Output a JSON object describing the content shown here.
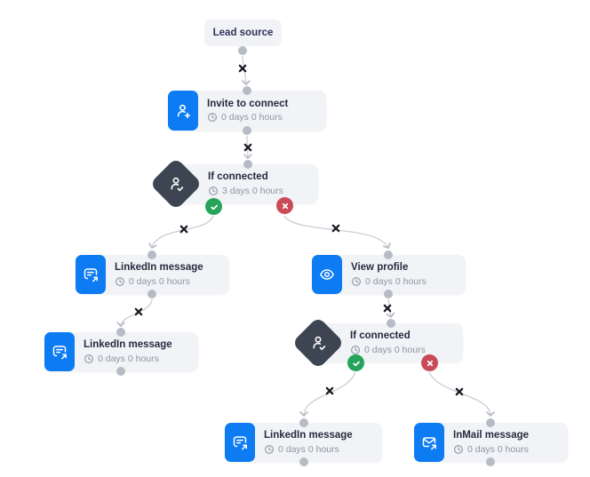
{
  "workflow": {
    "nodes": [
      {
        "id": "lead-source",
        "title": "Lead source"
      },
      {
        "id": "invite-to-connect",
        "title": "Invite to connect",
        "delay": "0 days 0 hours",
        "icon": "person-add-icon"
      },
      {
        "id": "if-connected-1",
        "title": "If connected",
        "delay": "3 days 0 hours",
        "icon": "person-check-icon",
        "branches": [
          "yes",
          "no"
        ]
      },
      {
        "id": "linkedin-message-1",
        "title": "LinkedIn message",
        "delay": "0 days 0 hours",
        "icon": "chat-arrow-icon"
      },
      {
        "id": "linkedin-message-2",
        "title": "LinkedIn message",
        "delay": "0 days 0 hours",
        "icon": "chat-arrow-icon"
      },
      {
        "id": "view-profile",
        "title": "View profile",
        "delay": "0 days 0 hours",
        "icon": "eye-icon"
      },
      {
        "id": "if-connected-2",
        "title": "If connected",
        "delay": "0 days 0 hours",
        "icon": "person-check-icon",
        "branches": [
          "yes",
          "no"
        ]
      },
      {
        "id": "linkedin-message-3",
        "title": "LinkedIn message",
        "delay": "0 days 0 hours",
        "icon": "chat-arrow-icon"
      },
      {
        "id": "inmail-message",
        "title": "InMail message",
        "delay": "0 days 0 hours",
        "icon": "envelope-arrow-icon"
      }
    ],
    "icons": {
      "delay": "clock-icon",
      "edge_marker": "x-icon",
      "branch_yes": "check-circle-icon",
      "branch_no": "cross-circle-icon",
      "port": "connection-dot"
    },
    "colors": {
      "action_icon_bg": "#0d7bf2",
      "condition_icon_bg": "#3e4552",
      "node_bg": "#f1f3f6",
      "branch_yes": "#27a45b",
      "branch_no": "#c94b57",
      "edge_line": "#c9cdd4",
      "port_dot": "#b6bbc4",
      "title_text": "#262c3e",
      "delay_text": "#8f96a2",
      "canvas_bg": "#ffffff"
    }
  }
}
